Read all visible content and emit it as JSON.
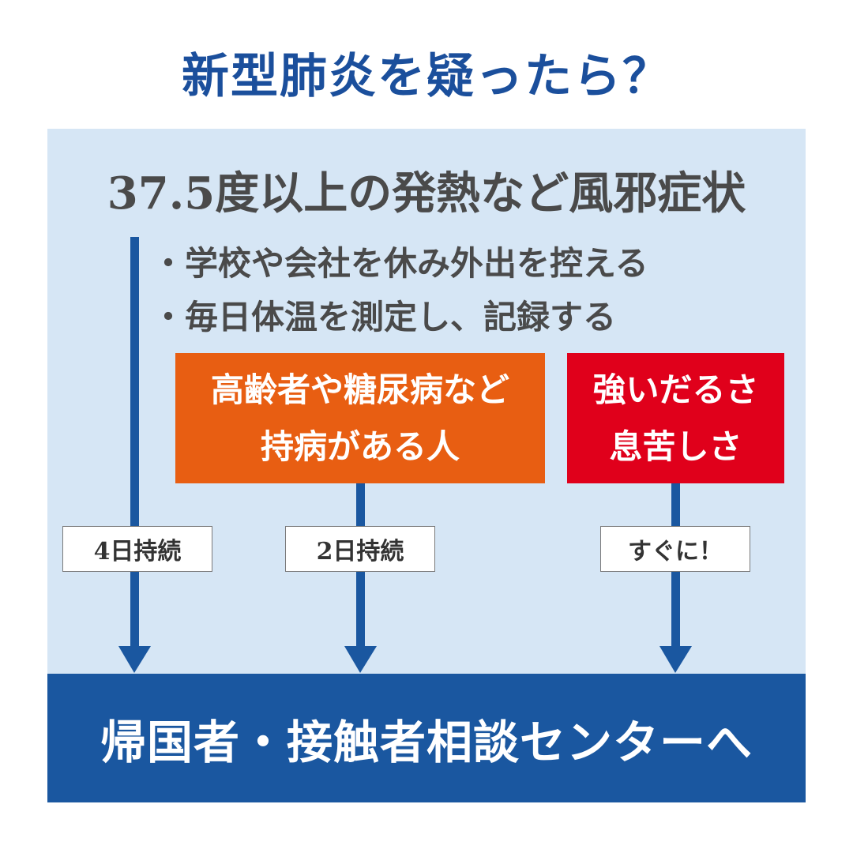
{
  "title": "新型肺炎を疑ったら？",
  "symptom": "37.5度以上の発熱など風邪症状",
  "advice": [
    "・学校や会社を休み外出を控える",
    "・毎日体温を測定し、記録する"
  ],
  "risk_box": {
    "line1": "高齢者や糖尿病など",
    "line2": "持病がある人"
  },
  "severe_box": {
    "line1": "強いだるさ",
    "line2": "息苦しさ"
  },
  "durations": [
    "4日持続",
    "2日持続",
    "すぐに！"
  ],
  "destination": "帰国者・接触者相談センターへ",
  "colors": {
    "title": "#1b4f9c",
    "panel": "#d6e6f5",
    "arrow": "#1a57a0",
    "risk_box": "#e85e12",
    "severe_box": "#e0001b",
    "destination": "#1a57a0"
  }
}
